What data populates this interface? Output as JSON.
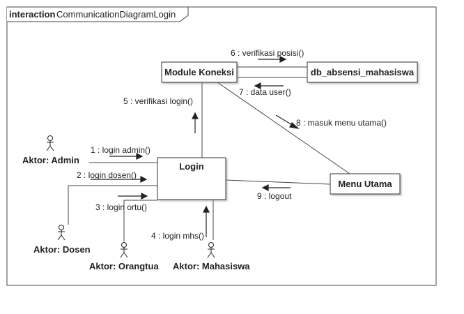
{
  "frame": {
    "keyword": "interaction",
    "name": "CommunicationDiagramLogin"
  },
  "objects": {
    "module_koneksi": "Module Koneksi",
    "db_absensi": "db_absensi_mahasiswa",
    "login": "Login",
    "menu_utama": "Menu Utama"
  },
  "actors": {
    "admin": "Aktor: Admin",
    "dosen": "Aktor: Dosen",
    "orangtua": "Aktor: Orangtua",
    "mahasiswa": "Aktor: Mahasiswa"
  },
  "messages": {
    "m1": "1 : login admin()",
    "m2": "2 : login dosen()",
    "m3": "3 : login ortu()",
    "m4": "4 : login mhs()",
    "m5": "5 : verifikasi login()",
    "m6": "6 : verifikasi posisi()",
    "m7": "7 : data user()",
    "m8": "8 : masuk menu utama()",
    "m9": "9 : logout"
  }
}
